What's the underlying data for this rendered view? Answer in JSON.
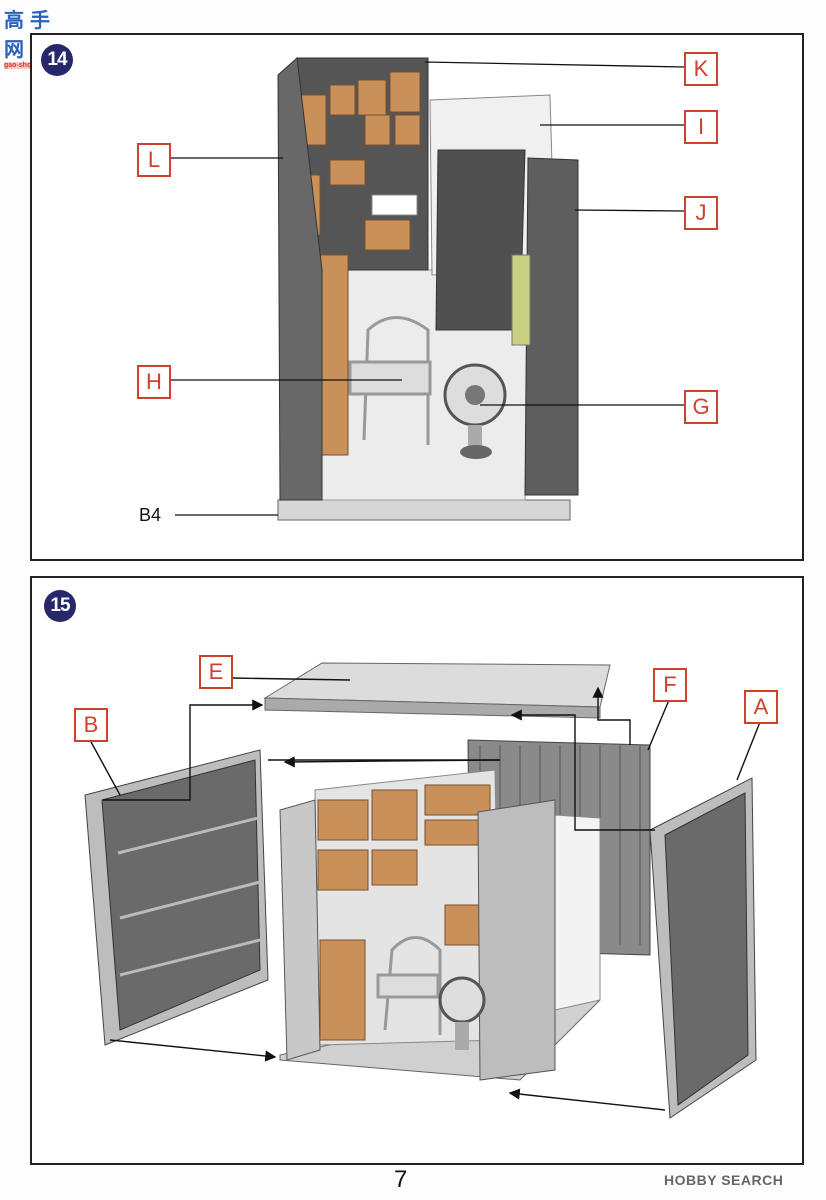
{
  "watermark_logo": {
    "chinese": "高手网",
    "url": "gao-shou.com"
  },
  "step14": {
    "number": "14",
    "labels": {
      "K": "K",
      "I": "I",
      "J": "J",
      "L": "L",
      "H": "H",
      "G": "G",
      "B4": "B4"
    }
  },
  "step15": {
    "number": "15",
    "labels": {
      "E": "E",
      "F": "F",
      "A": "A",
      "B": "B"
    }
  },
  "page_number": "7",
  "footer_watermark": "HOBBY SEARCH"
}
